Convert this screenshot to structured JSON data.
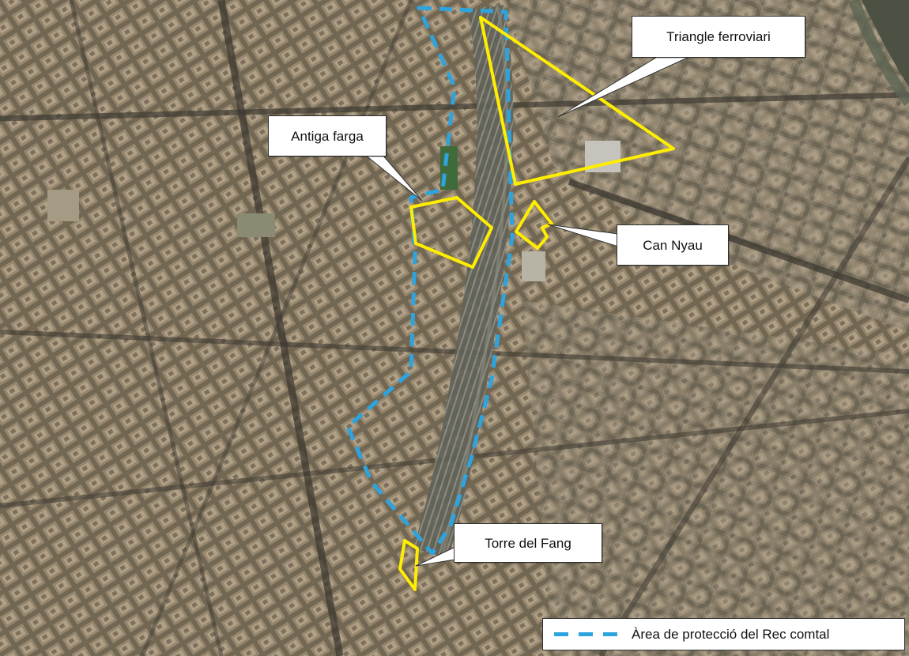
{
  "map": {
    "colors": {
      "protection_area": "#2ea4de",
      "site_outline": "#ffee00",
      "label_background": "#ffffff"
    },
    "annotations": {
      "triangle_ferroviari": "Triangle ferroviari",
      "antiga_farga": "Antiga farga",
      "can_nyau": "Can Nyau",
      "torre_del_fang": "Torre del Fang"
    },
    "legend": {
      "protection_area_label": "Àrea de protecció del Rec comtal"
    }
  }
}
